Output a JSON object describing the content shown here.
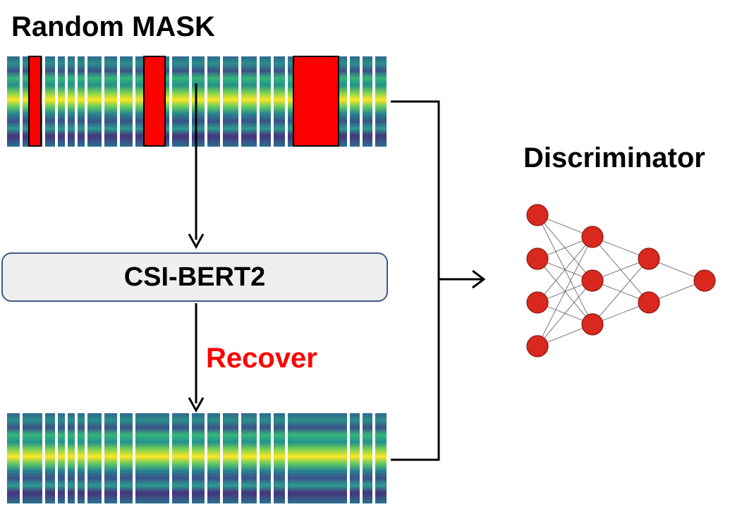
{
  "diagram": {
    "top_label": "Random MASK",
    "model_label": "CSI-BERT2",
    "recover_label": "Recover",
    "discriminator_label": "Discriminator"
  },
  "colors": {
    "mask": "#ff0000",
    "node": "#d9281e",
    "box_fill": "#efefef",
    "box_border": "#3e5a86",
    "recover_text": "#ff0000"
  },
  "network": {
    "layers": [
      4,
      3,
      2,
      1
    ]
  }
}
